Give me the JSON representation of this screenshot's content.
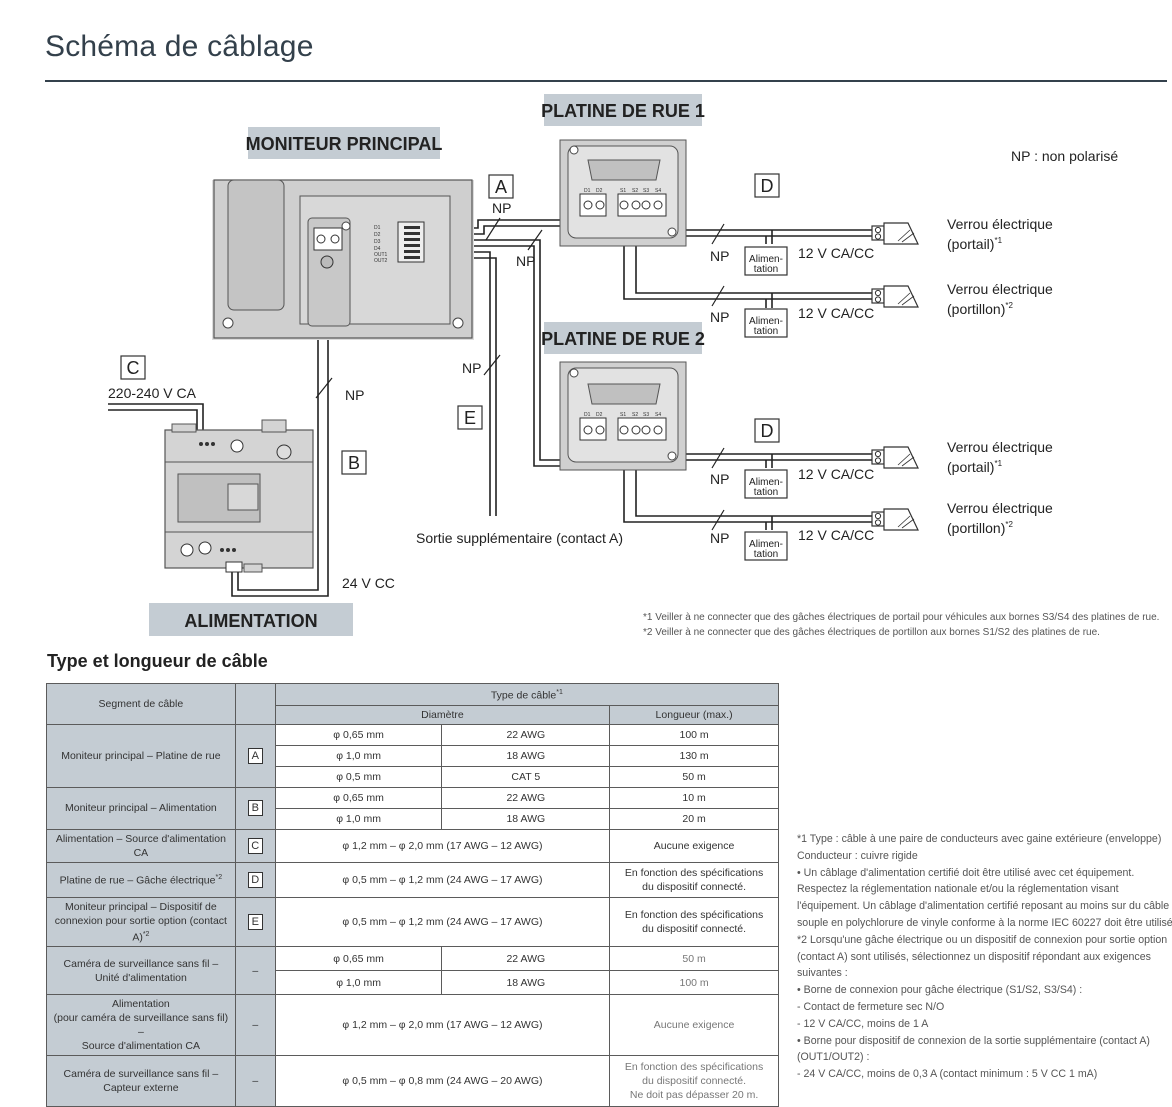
{
  "title": "Schéma de câblage",
  "diagram": {
    "moniteur": "MONITEUR PRINCIPAL",
    "platine1": "PLATINE DE RUE 1",
    "platine2": "PLATINE DE RUE 2",
    "alimentation": "ALIMENTATION",
    "np_legend": "NP : non polarisé",
    "np": "NP",
    "letters": {
      "a": "A",
      "b": "B",
      "c": "C",
      "d": "D",
      "e": "E"
    },
    "voltage_ca": "220-240 V CA",
    "voltage_cc": "24 V CC",
    "alim_box": [
      "Alimen-",
      "tation"
    ],
    "psu_label": "12 V CA/CC",
    "lock_portail": [
      "Verrou électrique",
      "(portail)",
      "*1"
    ],
    "lock_portillon": [
      "Verrou électrique",
      "(portillon)",
      "*2"
    ],
    "aux_output": "Sortie supplémentaire (contact A)",
    "terminals": [
      "D1",
      "D2",
      "S1",
      "S2",
      "S3",
      "S4"
    ],
    "monitor_terminals": [
      "D1",
      "D2",
      "D3",
      "D4",
      "OUT1",
      "OUT2"
    ],
    "footnotes": [
      "*1 Veiller à ne connecter que des gâches électriques de portail pour véhicules aux bornes S3/S4 des platines de rue.",
      "*2 Veiller à ne connecter que des gâches électriques de portillon aux bornes S1/S2 des platines de rue."
    ]
  },
  "cable_section": {
    "title": "Type et longueur de câble",
    "headers": {
      "segment": "Segment de câble",
      "type": "Type de câble",
      "type_note": "*1",
      "diametre": "Diamètre",
      "longueur": "Longueur (max.)"
    },
    "rows": {
      "mp_platine": {
        "label": "Moniteur principal – Platine de rue",
        "letter": "A",
        "lines": [
          [
            "φ 0,65 mm",
            "22 AWG",
            "100 m"
          ],
          [
            "φ 1,0 mm",
            "18 AWG",
            "130 m"
          ],
          [
            "φ 0,5 mm",
            "CAT 5",
            "50 m"
          ]
        ]
      },
      "mp_alim": {
        "label": "Moniteur principal – Alimentation",
        "letter": "B",
        "lines": [
          [
            "φ 0,65 mm",
            "22 AWG",
            "10 m"
          ],
          [
            "φ 1,0 mm",
            "18 AWG",
            "20 m"
          ]
        ]
      },
      "alim_ca": {
        "label": "Alimentation – Source d'alimentation CA",
        "letter": "C",
        "diam": "φ 1,2 mm – φ 2,0 mm (17 AWG – 12 AWG)",
        "len": "Aucune exigence"
      },
      "platine_gache": {
        "label": "Platine de rue – Gâche électrique",
        "note": "*2",
        "letter": "D",
        "diam": "φ 0,5 mm – φ 1,2 mm (24 AWG – 17 AWG)",
        "len": [
          "En fonction des spécifications",
          "du dispositif connecté."
        ]
      },
      "mp_option": {
        "label": [
          "Moniteur principal – Dispositif de",
          "connexion pour sortie option (contact A)"
        ],
        "note": "*2",
        "letter": "E",
        "diam": "φ 0,5 mm – φ 1,2 mm (24 AWG – 17 AWG)",
        "len": [
          "En fonction des spécifications",
          "du dispositif connecté."
        ]
      },
      "camera_unite": {
        "label": [
          "Caméra de surveillance sans fil –",
          "Unité d'alimentation"
        ],
        "letter": "–",
        "lines": [
          [
            "φ 0,65 mm",
            "22 AWG",
            "50 m"
          ],
          [
            "φ 1,0 mm",
            "18 AWG",
            "100 m"
          ]
        ]
      },
      "alim_camera": {
        "label": [
          "Alimentation",
          "(pour caméra de surveillance sans fil) –",
          "Source d'alimentation CA"
        ],
        "letter": "–",
        "diam": "φ 1,2 mm – φ 2,0 mm (17 AWG – 12 AWG)",
        "len": "Aucune exigence"
      },
      "camera_capteur": {
        "label": [
          "Caméra de surveillance sans fil –",
          "Capteur externe"
        ],
        "letter": "–",
        "diam": "φ 0,5 mm – φ 0,8 mm (24 AWG – 20 AWG)",
        "len": [
          "En fonction des spécifications",
          "du dispositif connecté.",
          "Ne doit pas dépasser 20 m."
        ]
      }
    }
  },
  "notes": [
    "*1 Type : câble à une paire de conducteurs avec gaine extérieure (enveloppe)",
    "Conducteur : cuivre rigide",
    "• Un câblage d'alimentation certifié doit être utilisé avec cet équipement.",
    "Respectez la réglementation nationale et/ou la réglementation visant",
    "l'équipement. Un câblage d'alimentation certifié reposant au moins sur du câble",
    "souple en polychlorure de vinyle conforme à la norme IEC 60227 doit être utilisé.",
    "*2 Lorsqu'une gâche électrique ou un dispositif de connexion pour sortie option",
    "(contact A) sont utilisés, sélectionnez un dispositif répondant aux exigences",
    "suivantes :",
    "• Borne de connexion pour gâche électrique (S1/S2, S3/S4) :",
    "- Contact de fermeture sec N/O",
    "- 12 V CA/CC, moins de 1 A",
    "• Borne pour dispositif de connexion de la sortie supplémentaire (contact A)",
    "(OUT1/OUT2) :",
    "- 24 V CA/CC, moins de 0,3 A (contact minimum : 5 V CC 1 mA)"
  ]
}
